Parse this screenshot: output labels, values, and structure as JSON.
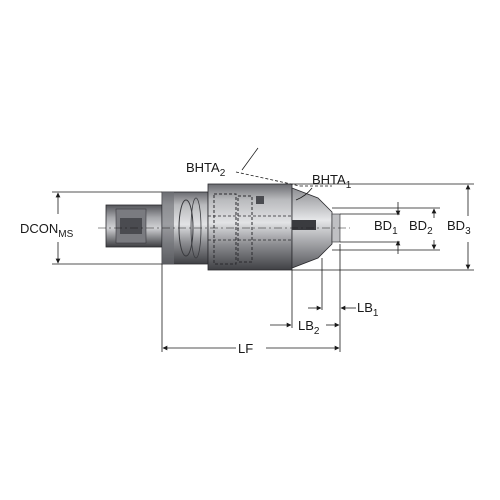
{
  "labels": {
    "dcon": {
      "main": "DCON",
      "sub": "MS"
    },
    "bhta2": {
      "main": "BHTA",
      "sub": "2"
    },
    "bhta1": {
      "main": "BHTA",
      "sub": "1"
    },
    "bd1": {
      "main": "BD",
      "sub": "1"
    },
    "bd2": {
      "main": "BD",
      "sub": "2"
    },
    "bd3": {
      "main": "BD",
      "sub": "3"
    },
    "lb1": {
      "main": "LB",
      "sub": "1"
    },
    "lb2": {
      "main": "LB",
      "sub": "2"
    },
    "lf": {
      "main": "LF"
    }
  },
  "colors": {
    "tool_dark": "#5f6066",
    "tool_mid": "#8a8b90",
    "tool_light": "#c9cacd",
    "line": "#1a1a1a"
  }
}
